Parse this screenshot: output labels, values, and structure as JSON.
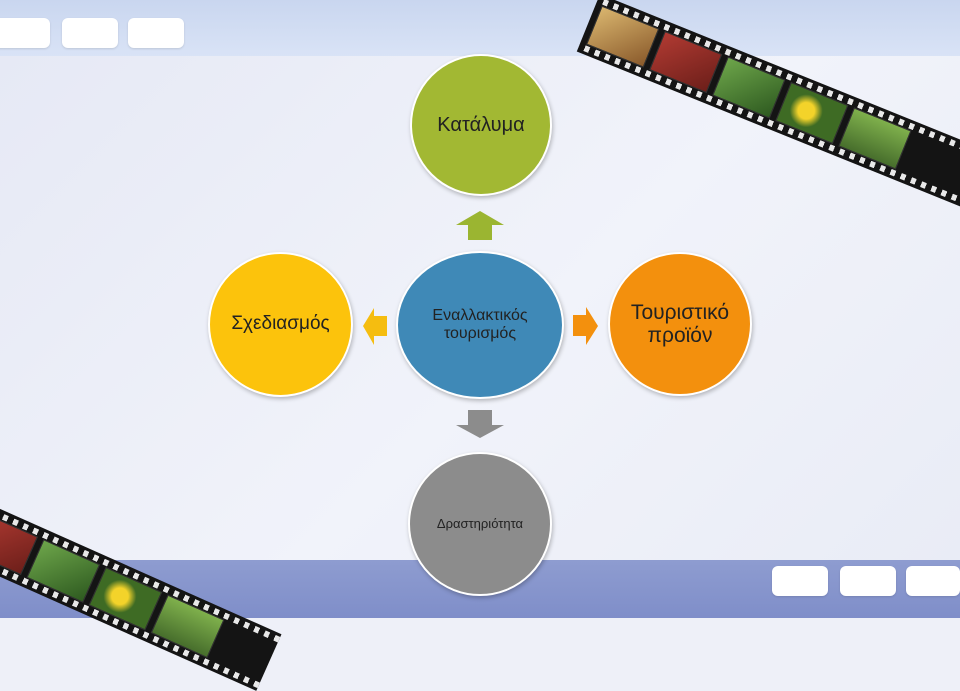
{
  "diagram": {
    "center": {
      "label": "Εναλλακτικός τουρισμός",
      "color": "#3f89b7",
      "icon": "center-node"
    },
    "top": {
      "label": "Κατάλυμα",
      "color": "#a2b833",
      "arrow_color": "#9bb531"
    },
    "left": {
      "label": "Σχεδιασμός",
      "color": "#fcc30c",
      "arrow_color": "#f5bd10"
    },
    "right": {
      "label": "Τουριστικό προϊόν",
      "color": "#f3900d",
      "arrow_color": "#f3900d"
    },
    "bottom": {
      "label": "Δραστηριότητα",
      "color": "#8c8c8c",
      "arrow_color": "#8c8c8c"
    }
  },
  "theme": {
    "top_band": "#cdd9f0",
    "bottom_band": "#8594cc",
    "tab": "#ffffff",
    "film": "#141414"
  },
  "decor": {
    "top_tabs_icon": "blank-tab",
    "bottom_tabs_icon": "blank-tab",
    "film_strip_icon": "film-strip-photos"
  }
}
